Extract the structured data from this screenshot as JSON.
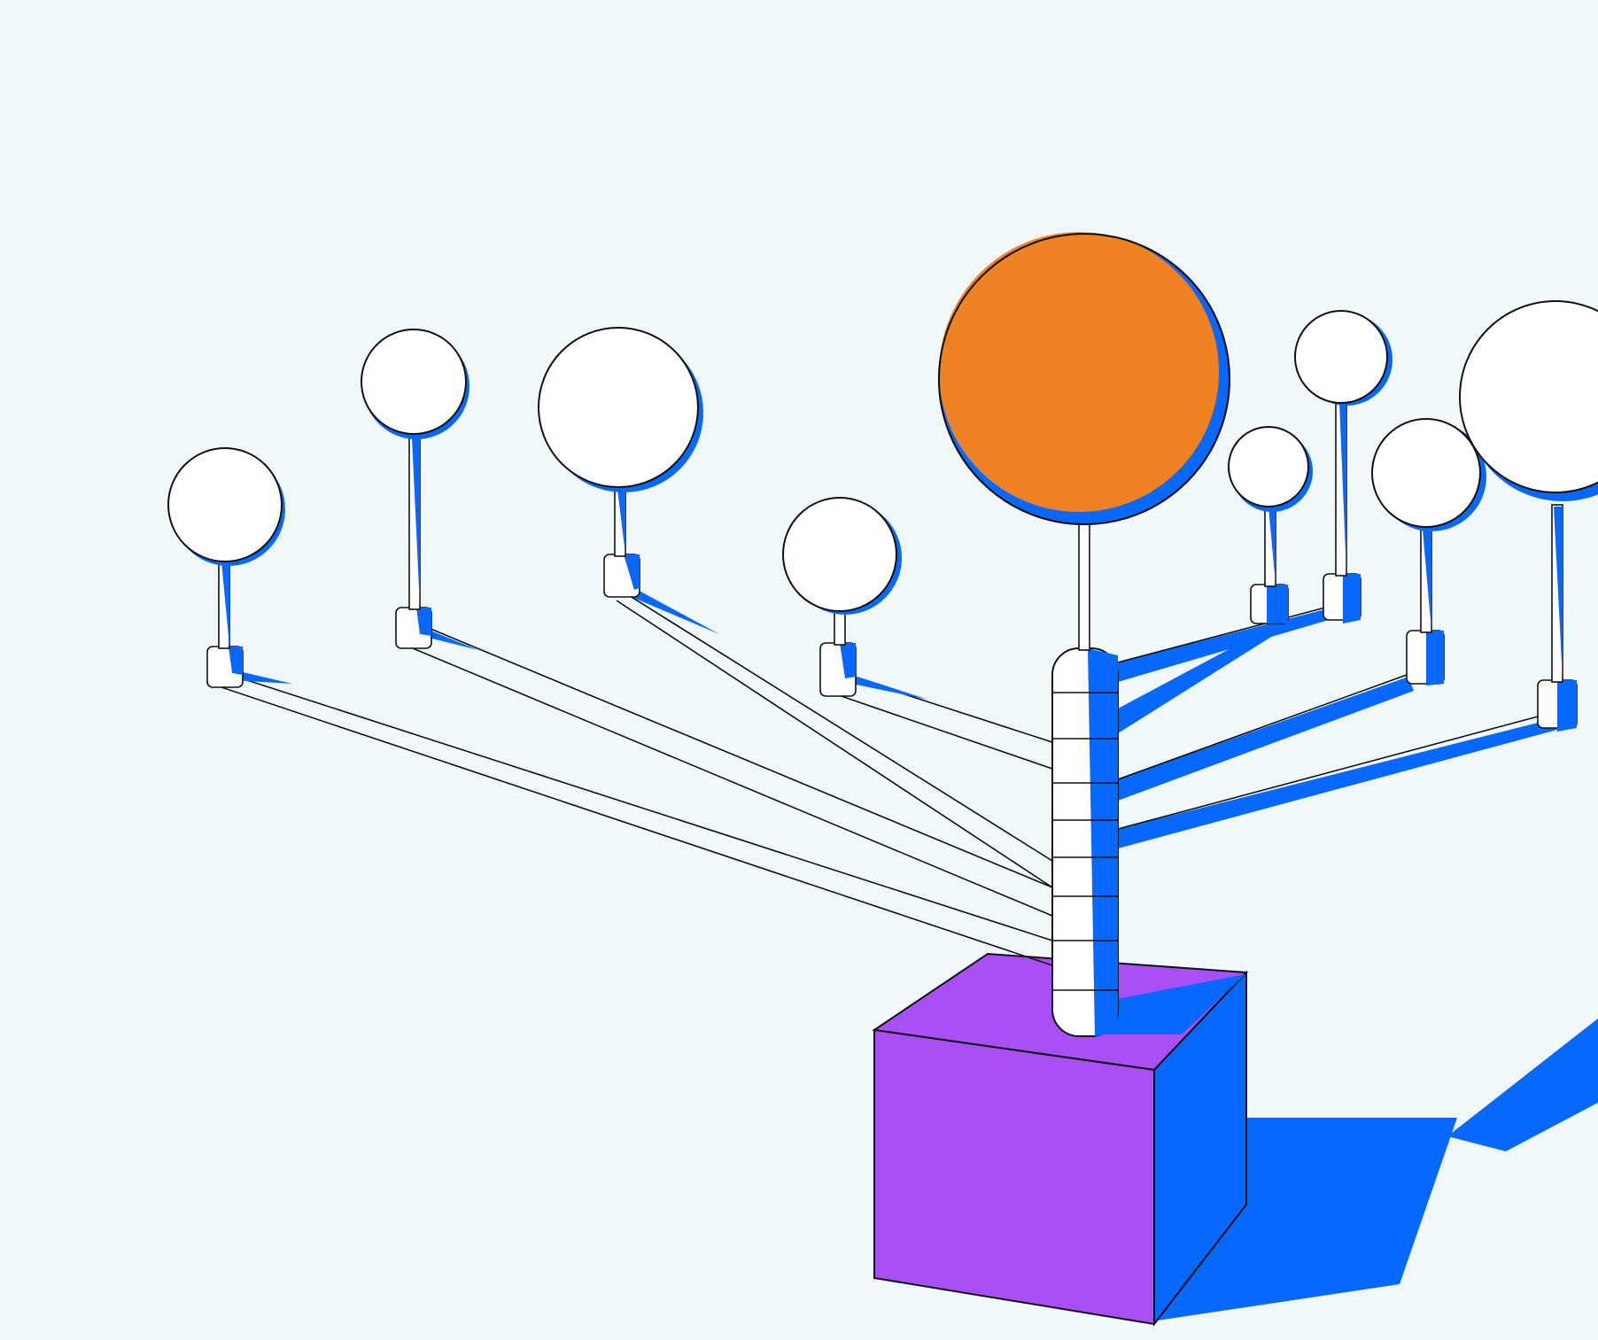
{
  "colors": {
    "background": "#f0f8fc",
    "outline": "#111111",
    "accent_blue": "#0768ff",
    "cube_purple": "#a94ff6",
    "hub_orange": "#ef8223",
    "leaf_white": "#ffffff"
  },
  "illustration": {
    "subject": "hierarchy-tree-sculpture",
    "hub_node": {
      "fill": "orange"
    },
    "leaf_nodes": [
      "white",
      "white",
      "white",
      "white",
      "white",
      "white",
      "white",
      "white"
    ],
    "base": {
      "shape": "cube",
      "fill": "purple"
    }
  }
}
